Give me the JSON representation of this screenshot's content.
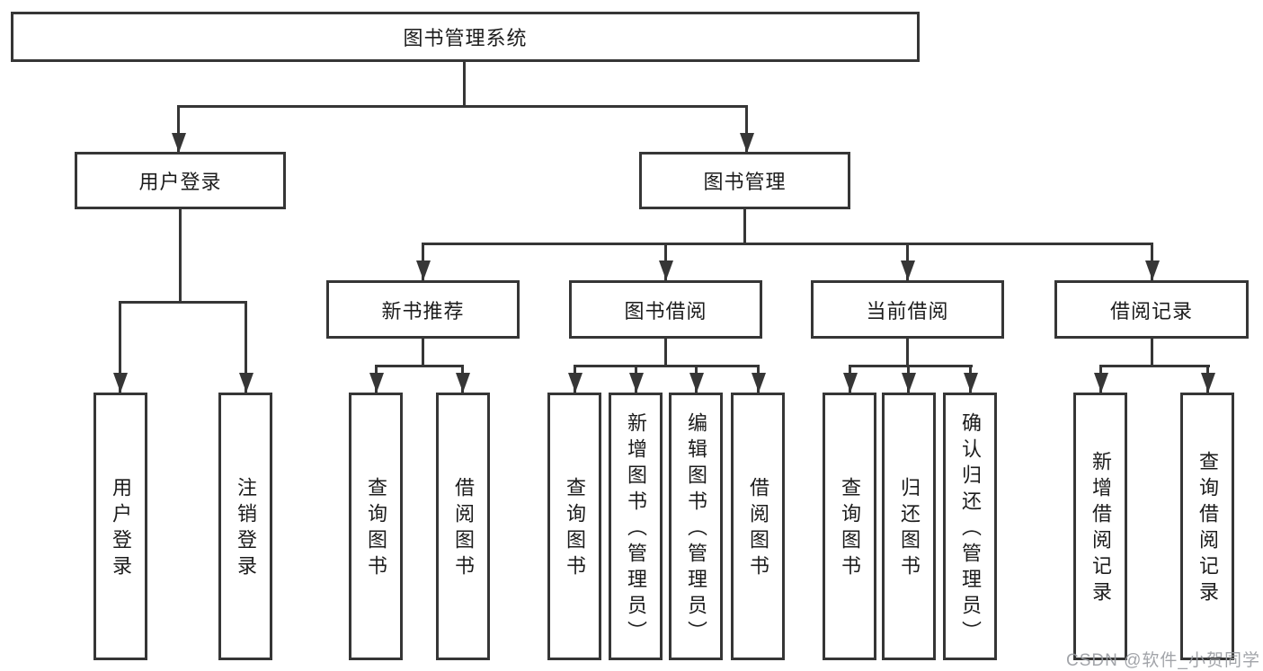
{
  "diagram": {
    "root": "图书管理系统",
    "level2": [
      "用户登录",
      "图书管理"
    ],
    "level3": [
      "新书推荐",
      "图书借阅",
      "当前借阅",
      "借阅记录"
    ],
    "leaves": [
      [
        "用户登录",
        "注销登录"
      ],
      [
        "查询图书",
        "借阅图书"
      ],
      [
        "查询图书",
        "新增图书（管理员）",
        "编辑图书（管理员）",
        "借阅图书"
      ],
      [
        "查询图书",
        "归还图书",
        "确认归还（管理员）"
      ],
      [
        "新增借阅记录",
        "查询借阅记录"
      ]
    ]
  },
  "watermark": "CSDN @软件_小贺同学",
  "colors": {
    "border": "#363636",
    "text": "#1c1c1c",
    "watermark": "#989ba0",
    "background": "#ffffff"
  }
}
